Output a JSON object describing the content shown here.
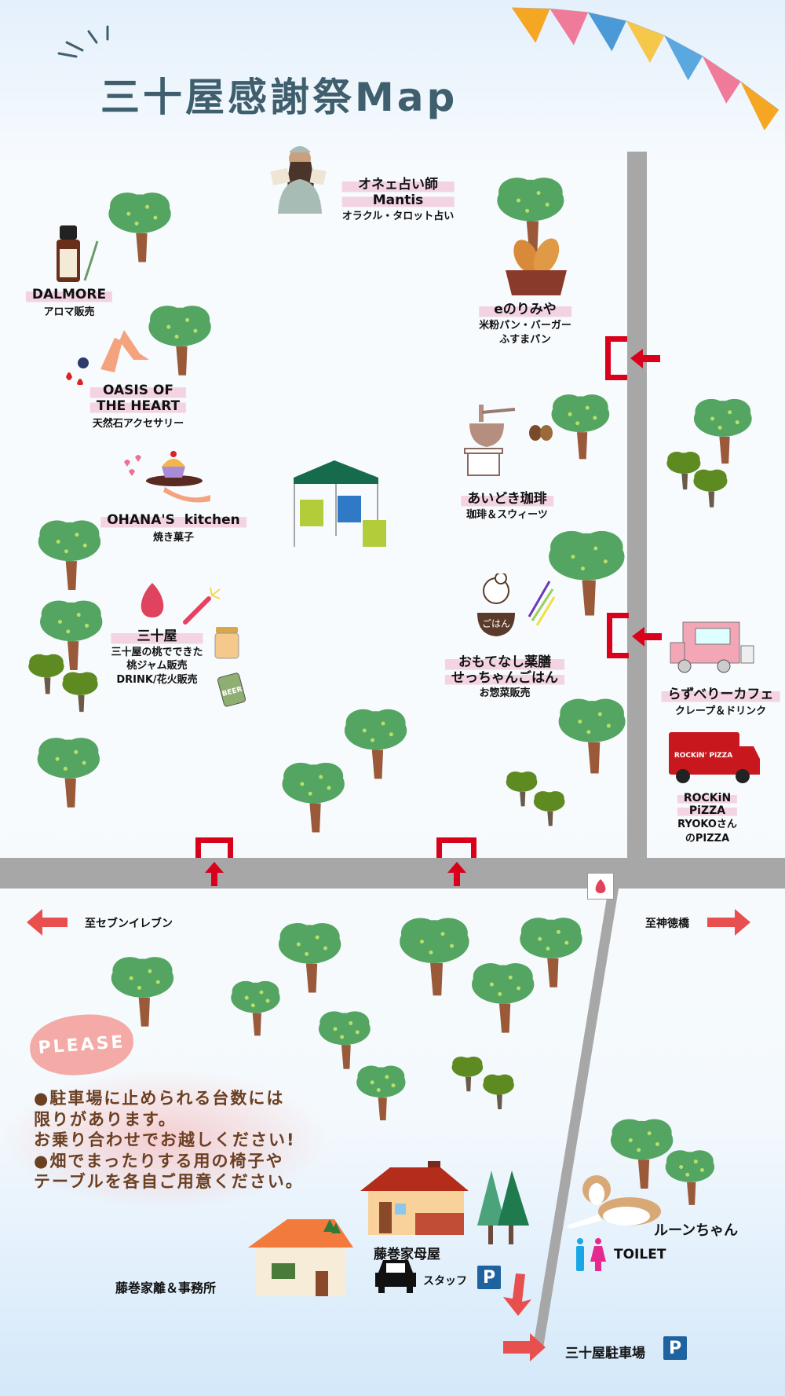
{
  "title": "三十屋感謝祭Map",
  "colors": {
    "road": "#a7a7a7",
    "entrance": "#d9001b",
    "arrow": "#e8504f",
    "parking": "#1e62a0",
    "notes": "#6b3f22",
    "highlight": "#f0b2cd"
  },
  "vendors": {
    "mantis": {
      "name1": "オネェ占い師",
      "name2": "Mantis",
      "desc": "オラクル・タロット占い"
    },
    "dalmore": {
      "name": "DALMORE",
      "desc": "アロマ販売"
    },
    "oasis": {
      "name1": "OASIS OF",
      "name2": "THE HEART",
      "desc": "天然石アクセサリー"
    },
    "ohana": {
      "name": "OHANA'S  kitchen",
      "desc": "焼き菓子"
    },
    "sotoya": {
      "name": "三十屋",
      "desc1": "三十屋の桃でできた",
      "desc2": "桃ジャム販売",
      "desc3": "DRINK/花火販売"
    },
    "enorimiya": {
      "name": "eのりみや",
      "desc1": "米粉パン・バーガー",
      "desc2": "ふすまパン"
    },
    "aidoki": {
      "name": "あいどき珈琲",
      "desc": "珈琲＆スウィーツ"
    },
    "omotenashi": {
      "name1": "おもてなし薬膳",
      "name2": "せっちゃんごはん",
      "desc": "お惣菜販売"
    },
    "raspberry": {
      "name": "らずべりーカフェ",
      "desc": "クレープ＆ドリンク"
    },
    "rockin": {
      "name1": "ROCKiN",
      "name2": "PiZZA",
      "desc1": "RYOKOさん",
      "desc2": "のPIZZA"
    }
  },
  "directions": {
    "left": "至セブンイレブン",
    "right": "至神徳橋"
  },
  "notice": {
    "badge": "PLEASE",
    "lines": [
      "●駐車場に止められる台数には",
      "限りがあります。",
      "お乗り合わせでお越しください!",
      "●畑でまったりする用の椅子や",
      "テーブルを各自ご用意ください。"
    ]
  },
  "places": {
    "office": "藤巻家離＆事務所",
    "main_house": "藤巻家母屋",
    "staff_parking": "スタッフ",
    "parking_icon": "P",
    "dog": "ルーンちゃん",
    "toilet": "TOILET",
    "main_parking": "三十屋駐車場"
  },
  "image_text": {
    "rice_bowl": "ごはん",
    "can": "BEER",
    "truck": "ROCKiN' PiZZA"
  }
}
